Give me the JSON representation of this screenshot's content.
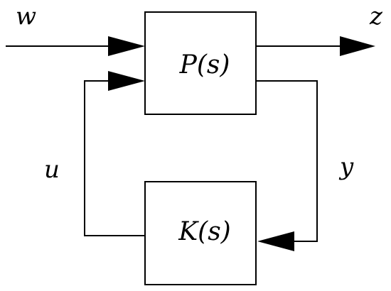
{
  "blocks": {
    "plant": {
      "label": "P(s)"
    },
    "controller": {
      "label": "K(s)"
    }
  },
  "signals": {
    "w": "w",
    "z": "z",
    "u": "u",
    "y": "y"
  },
  "colors": {
    "stroke": "#000000",
    "background": "#ffffff"
  }
}
